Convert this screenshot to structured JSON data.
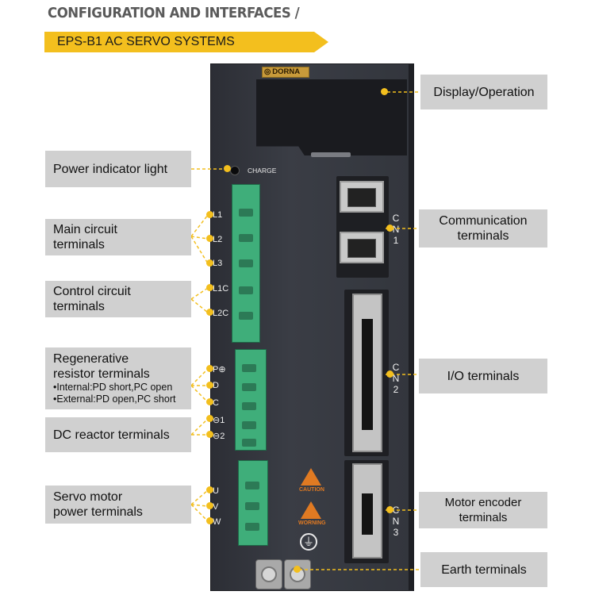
{
  "header": {
    "title": "CONFIGURATION AND INTERFACES /",
    "banner": "EPS-B1 AC SERVO SYSTEMS"
  },
  "device": {
    "brand": "DORNA",
    "charge_label": "CHARGE",
    "main_pins": [
      "L1",
      "L2",
      "L3"
    ],
    "control_pins": [
      "L1C",
      "L2C"
    ],
    "regen_pins": [
      "P⊕",
      "D",
      "C"
    ],
    "dc_pins": [
      "⊖1",
      "⊖2"
    ],
    "motor_pins": [
      "U",
      "V",
      "W"
    ],
    "cn1": [
      "C",
      "N",
      "1"
    ],
    "cn2": [
      "C",
      "N",
      "2"
    ],
    "cn3": [
      "C",
      "N",
      "3"
    ],
    "caution_label": "CAUTION",
    "warning_label": "WORNING",
    "earth_symbol": "⏚"
  },
  "labels": {
    "display_operation": "Display/Operation",
    "power_indicator": "Power indicator light",
    "main_circuit": [
      "Main circuit",
      "terminals"
    ],
    "control_circuit": [
      "Control circuit",
      "terminals"
    ],
    "regenerative": [
      "Regenerative",
      "resistor terminals"
    ],
    "regenerative_notes": [
      "•Internal:PD short,PC open",
      "•External:PD open,PC short"
    ],
    "dc_reactor": "DC reactor terminals",
    "servo_motor": [
      "Servo motor",
      "power terminals"
    ],
    "communication": [
      "Communication",
      "terminals"
    ],
    "io": "I/O terminals",
    "motor_encoder": "Motor encoder terminals",
    "earth": "Earth  terminals"
  },
  "colors": {
    "accent": "#f3bf1e",
    "label_bg": "#d0d0d0",
    "device_body": "#33363d",
    "terminal_green": "#3fae7a"
  }
}
